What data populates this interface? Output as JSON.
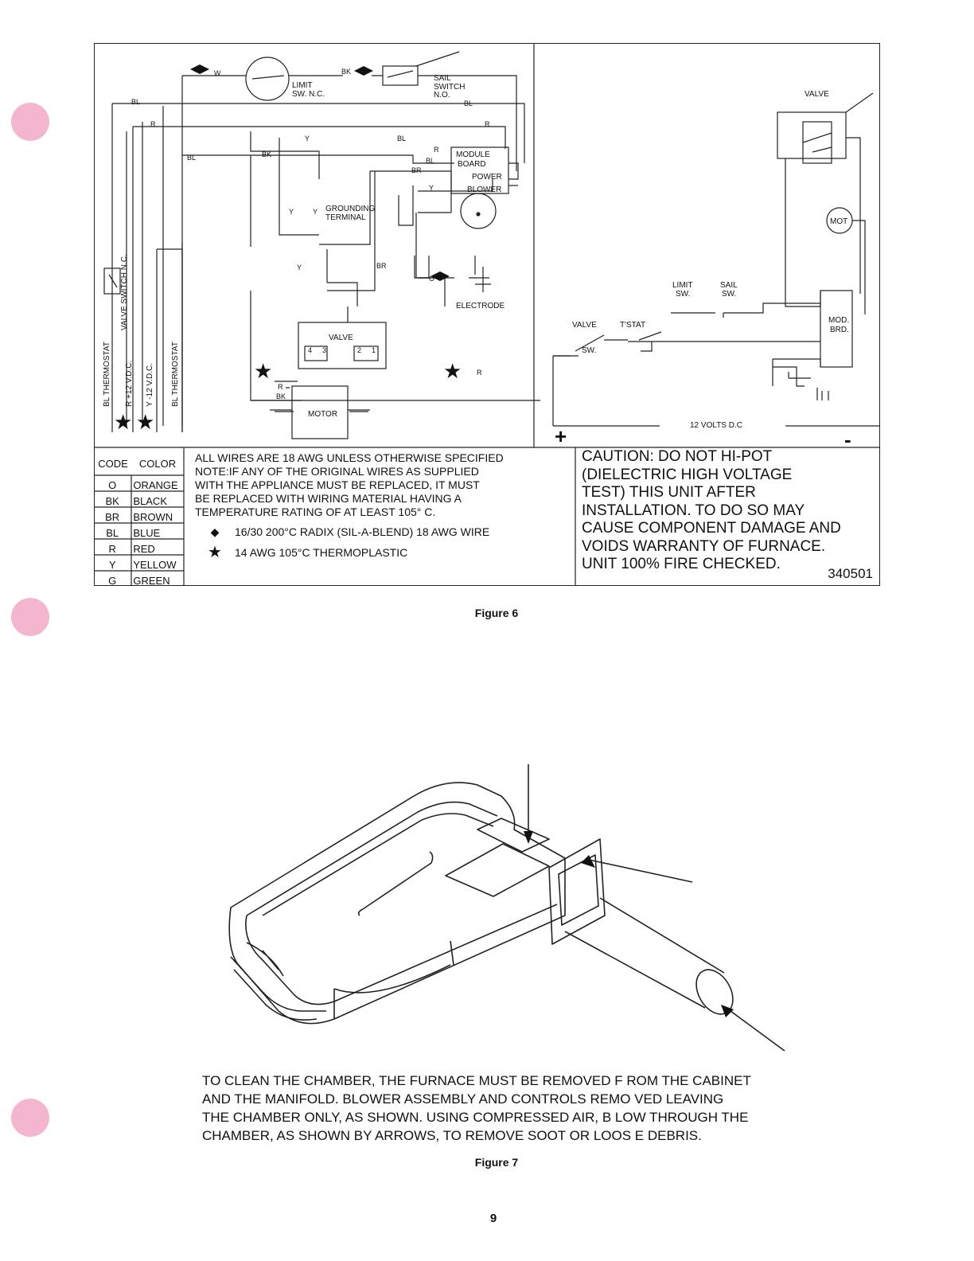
{
  "schematic": {
    "labels": {
      "limit_switch": [
        "LIMIT",
        "SW. N.C."
      ],
      "sail_switch": [
        "SAIL",
        "SWITCH",
        "N.O."
      ],
      "module_board": [
        "MODULE",
        "BOARD"
      ],
      "power": "POWER",
      "blower": "BLOWER",
      "grounding_terminal": [
        "GROUNDING",
        "TERMINAL"
      ],
      "electrode": "ELECTRODE",
      "valve": "VALVE",
      "motor": "MOTOR",
      "valve_pins": [
        "4",
        "3",
        "2",
        "1"
      ],
      "left_terminals": [
        "BL  THERMOSTAT",
        "R +12 V.D.C.",
        "Y -12 V.D.C.",
        "BL  THERMOSTAT"
      ],
      "valve_switch_nc": "VALVE   SWITCH   N.C.",
      "wire_codes": [
        "W",
        "BK",
        "BL",
        "R",
        "BL",
        "Y",
        "BL",
        "R",
        "BL",
        "BR",
        "Y",
        "BK",
        "Y",
        "Y",
        "Y",
        "BR",
        "O",
        "R",
        "R",
        "BK",
        "BL"
      ]
    }
  },
  "ladder": {
    "valve": "VALVE",
    "mot": "MOT",
    "limit_sw": [
      "LIMIT",
      "SW."
    ],
    "sail_sw": [
      "SAIL",
      "SW."
    ],
    "mod_brd": [
      "MOD.",
      "BRD."
    ],
    "valve_sw": [
      "VALVE",
      "SW."
    ],
    "tstat": "T'STAT",
    "volts": "12 VOLTS D.C",
    "plus": "+",
    "minus": "-"
  },
  "legend": {
    "headers": [
      "CODE",
      "COLOR"
    ],
    "rows": [
      [
        "O",
        "ORANGE"
      ],
      [
        "BK",
        "BLACK"
      ],
      [
        "BR",
        "BROWN"
      ],
      [
        "BL",
        "BLUE"
      ],
      [
        "R",
        "RED"
      ],
      [
        "Y",
        "YELLOW"
      ],
      [
        "G",
        "GREEN"
      ]
    ]
  },
  "notes": {
    "lines": [
      "ALL WIRES ARE 18 AWG UNLESS OTHERWISE SPECIFIED",
      "NOTE:IF ANY OF THE ORIGINAL WIRES AS SUPPLIED",
      "WITH THE APPLIANCE MUST BE REPLACED, IT MUST",
      "BE REPLACED WITH WIRING MATERIAL HAVING A",
      "TEMPERATURE RATING OF AT LEAST 105° C."
    ],
    "diamond_note": "16/30 200°C RADIX (SIL-A-BLEND) 18 AWG WIRE",
    "star_note": "14 AWG 105°C THERMOPLASTIC"
  },
  "caution": {
    "lines": [
      "CAUTION: DO NOT HI-POT",
      "(DIELECTRIC HIGH VOLTAGE",
      "TEST) THIS UNIT AFTER",
      "INSTALLATION. TO DO SO MAY",
      "CAUSE COMPONENT DAMAGE AND",
      "VOIDS WARRANTY OF FURNACE.",
      "UNIT 100% FIRE CHECKED."
    ],
    "part_number": "340501"
  },
  "figure6_caption": "Figure 6",
  "figure7_caption": "Figure 7",
  "instructions": [
    "TO CLEAN THE CHAMBER, THE FURNACE MUST BE REMOVED F ROM THE CABINET",
    "AND THE MANIFOLD. BLOWER ASSEMBLY AND CONTROLS REMO VED LEAVING",
    "THE CHAMBER ONLY, AS SHOWN. USING COMPRESSED AIR, B LOW THROUGH THE",
    "CHAMBER, AS SHOWN BY ARROWS, TO REMOVE SOOT OR LOOS E DEBRIS."
  ],
  "page_number": "9",
  "colors": {
    "punch_hole": "#f4b6cf",
    "ink": "#111111"
  }
}
